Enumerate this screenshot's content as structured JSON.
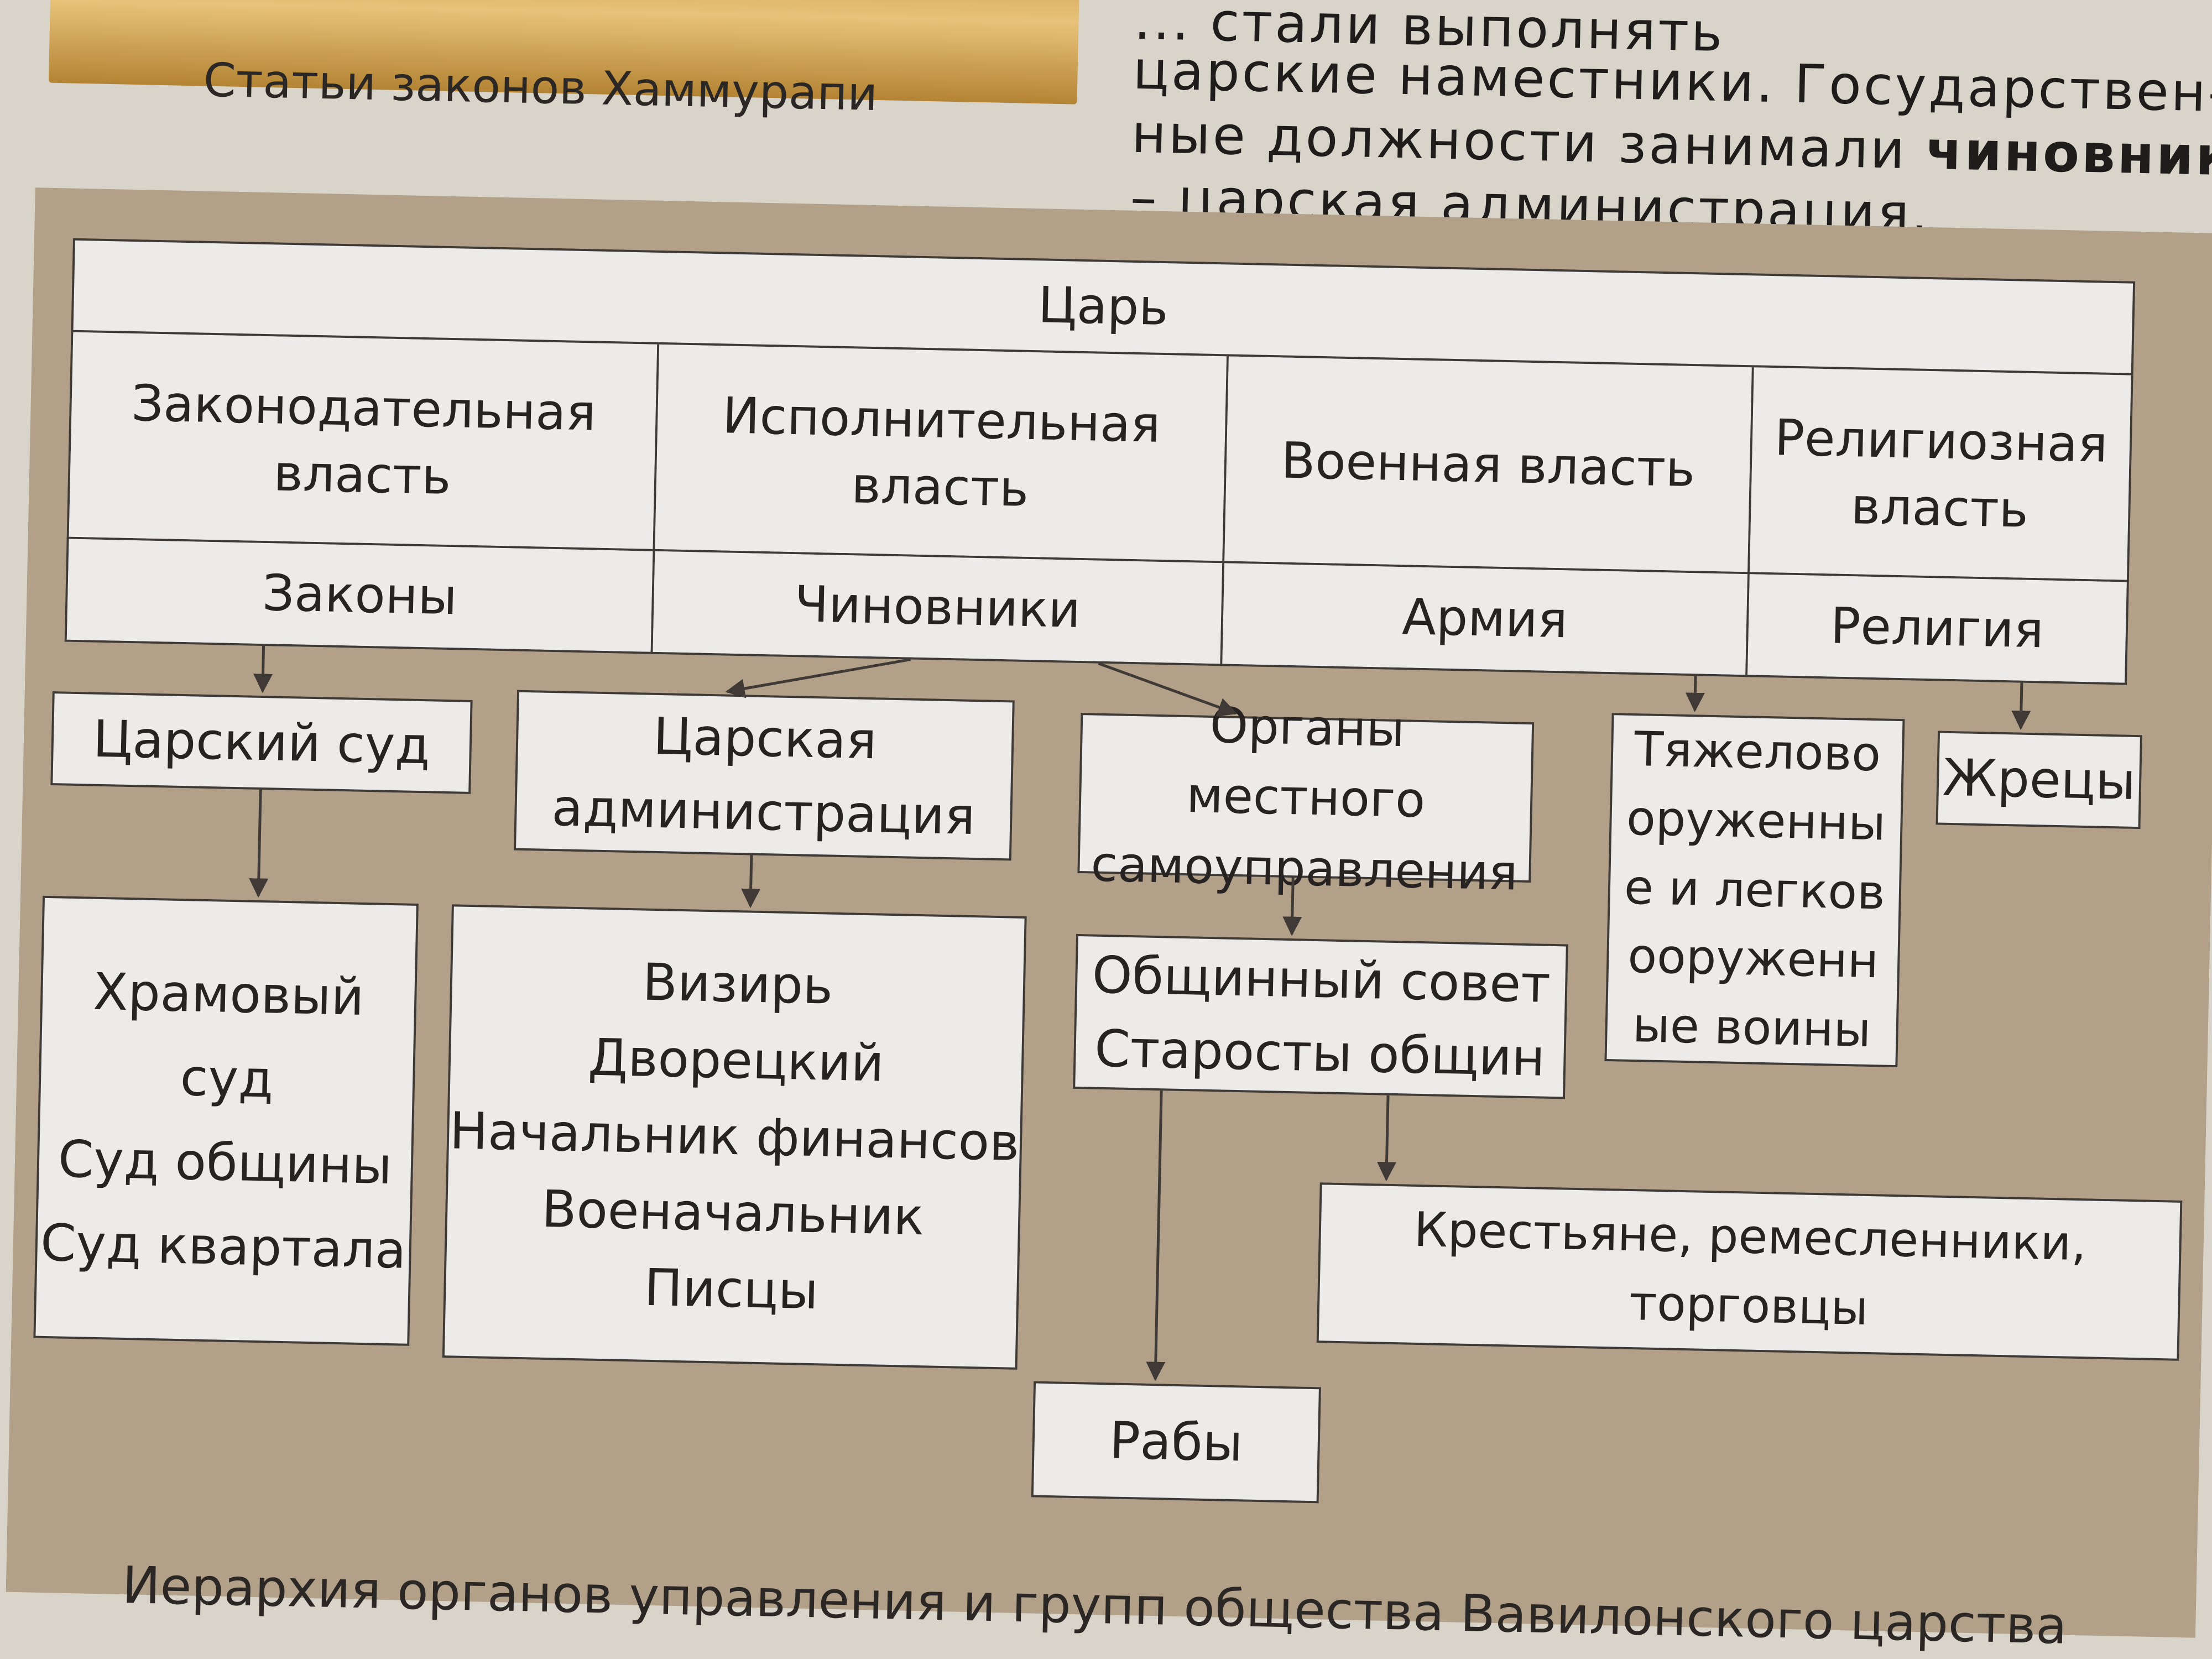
{
  "top_caption": "Статьи законов Хаммурапи",
  "paragraph": {
    "line1": "... стали выполнять",
    "line2": "царские наместники. Государствен-",
    "line3_plain": "ные должности занимали ",
    "line3_bold": "чиновники",
    "line4": "– царская администрация."
  },
  "table": {
    "king": "Царь",
    "branches": [
      {
        "name": "Законодательная власть",
        "instrument": "Законы"
      },
      {
        "name": "Исполнительная власть",
        "instrument": "Чиновники"
      },
      {
        "name": "Военная власть",
        "instrument": "Армия"
      },
      {
        "name": "Религиозная власть",
        "instrument": "Религия"
      }
    ]
  },
  "boxes": {
    "royal_court": "Царский суд",
    "royal_admin": "Царская администрация",
    "local_gov": "Органы местного самоуправления",
    "warriors": "Тяжеловооруженные и легковооруженные воины",
    "priests": "Жрецы",
    "courts": [
      "Храмовый суд",
      "Суд общины",
      "Суд квартала"
    ],
    "officials": [
      "Визирь",
      "Дворецкий",
      "Начальник финансов",
      "Военачальник",
      "Писцы"
    ],
    "community": [
      "Общинный совет",
      "Старосты общин"
    ],
    "people": "Крестьяне, ремесленники, торговцы",
    "slaves": "Рабы"
  },
  "bottom_caption": "Иерархия органов управления и групп общества Вавилонского царства",
  "colors": {
    "panel": "#b2a089",
    "box": "#ecebea",
    "border": "#3f3a36",
    "page": "#d9d4c9"
  }
}
